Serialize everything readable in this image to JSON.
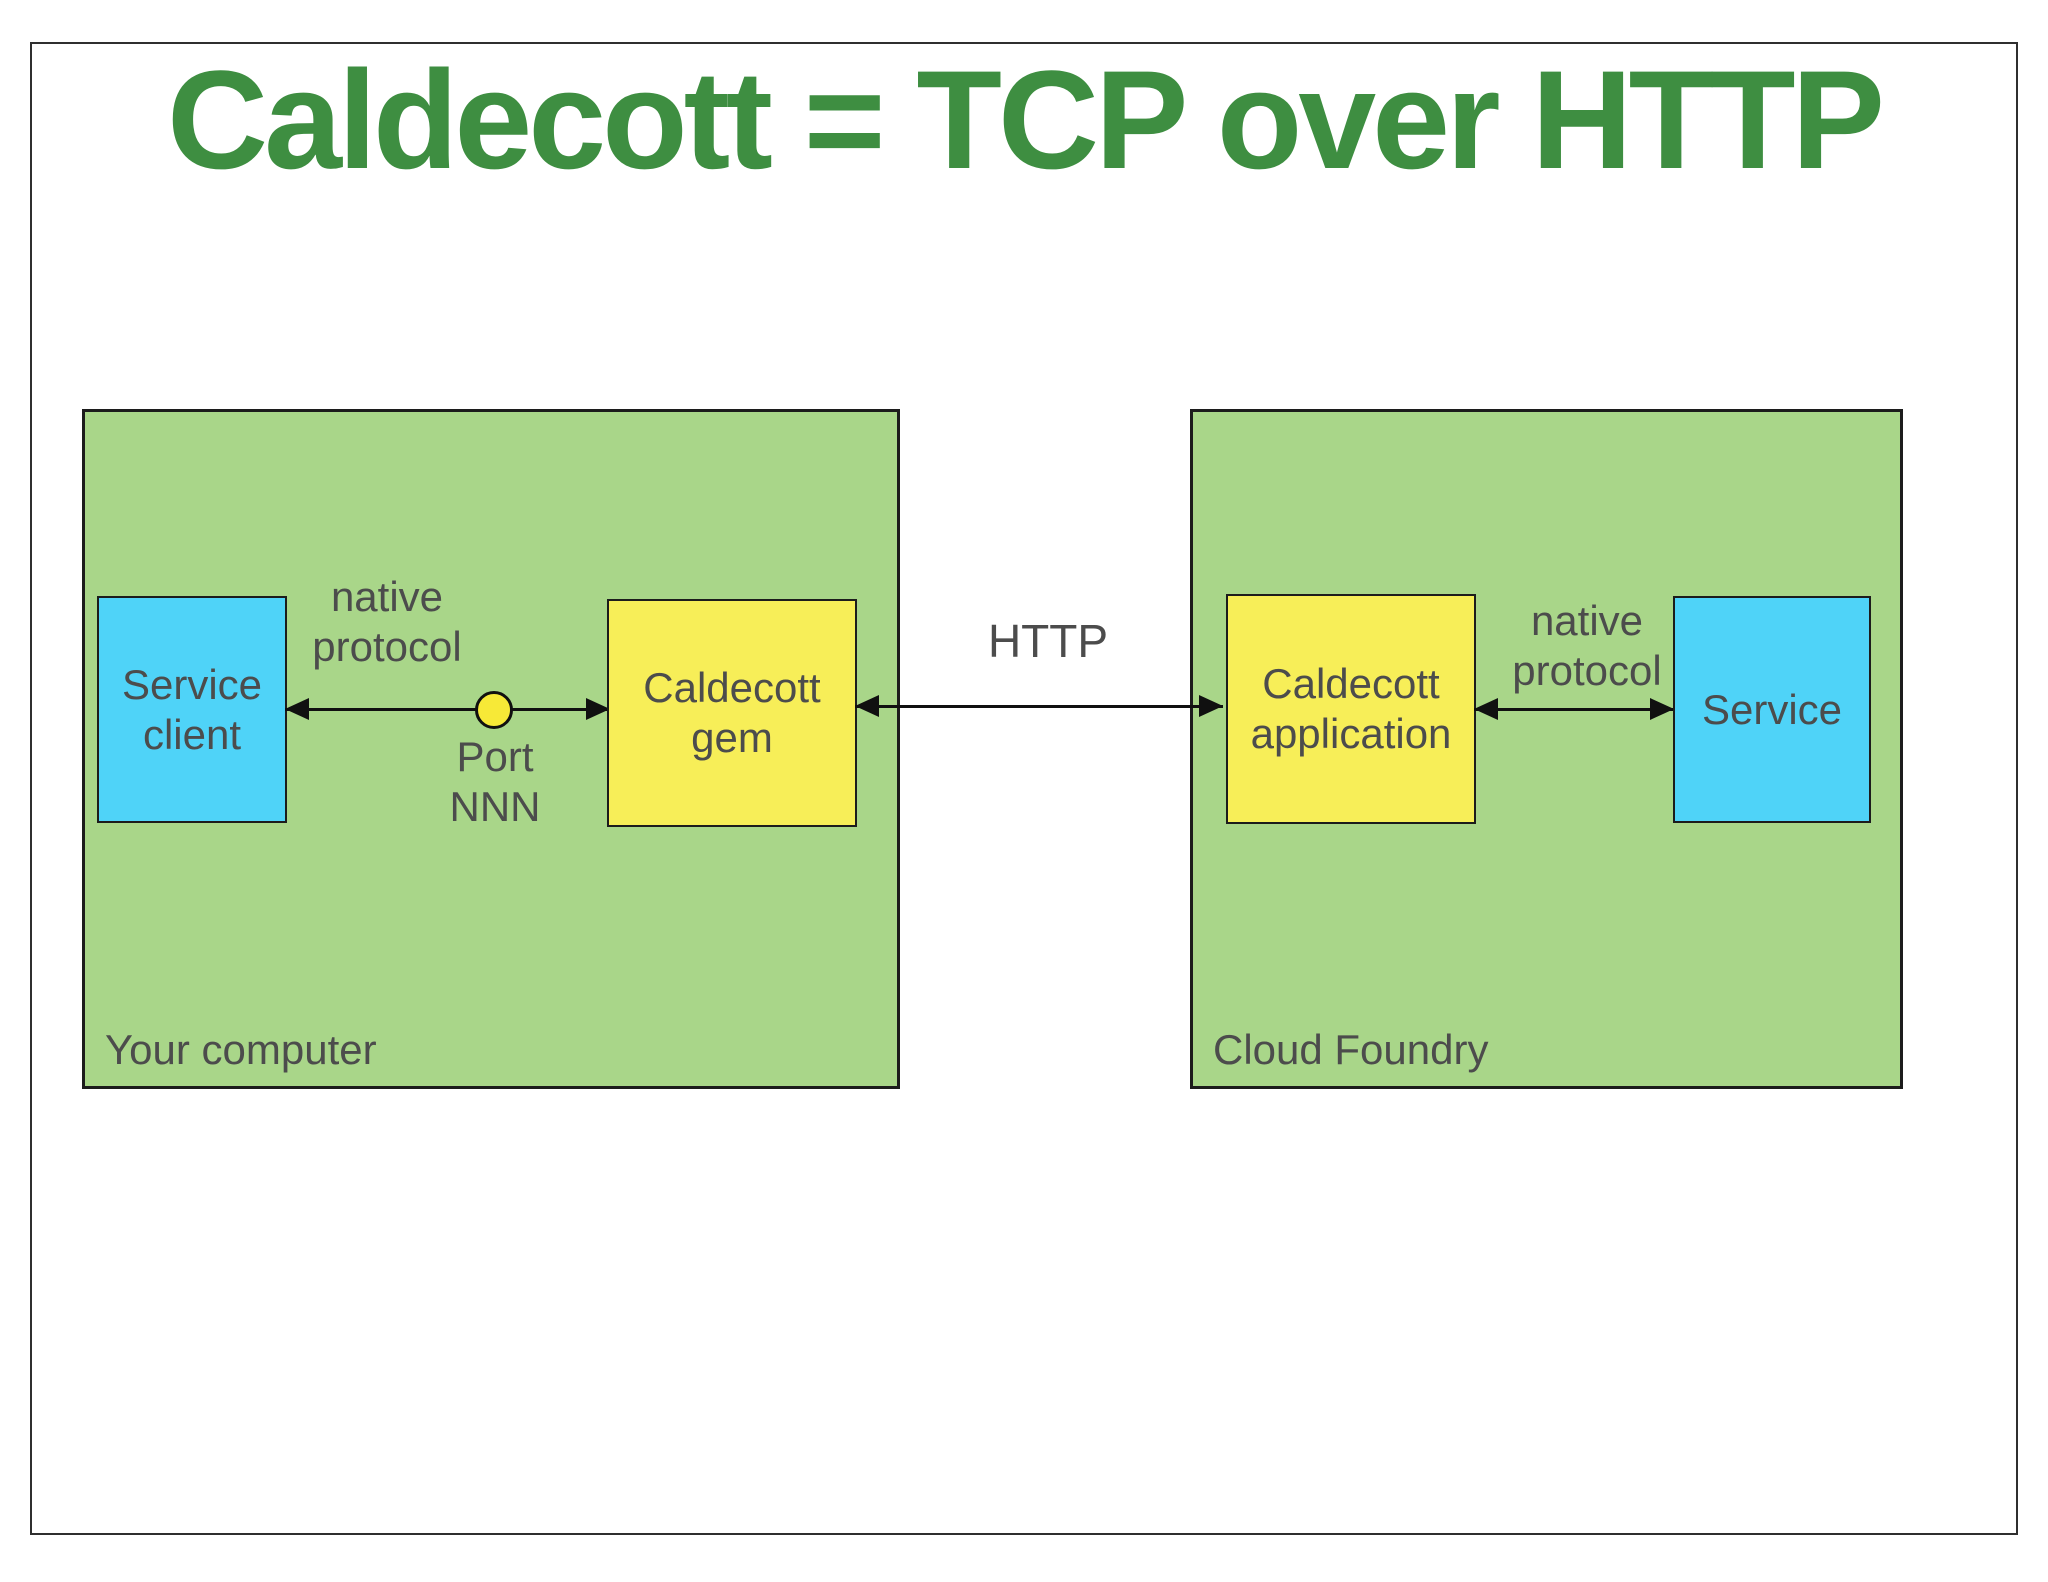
{
  "page": {
    "title": "Caldecott = TCP over HTTP"
  },
  "colors": {
    "title_green": "#3e8e41",
    "zone_fill": "#a9d689",
    "blue_fill": "#4fd3f8",
    "yellow_fill": "#f7ee58",
    "circle_fill": "#f7e937",
    "text_gray": "#4c4c4c",
    "line_black": "#101010",
    "frame_border": "#2f2f2f",
    "box_border": "#1c1c1c"
  },
  "diagram": {
    "your_computer": {
      "label": "Your computer",
      "service_client": "Service\nclient",
      "caldecott_gem": "Caldecott\ngem",
      "native_protocol": "native\nprotocol",
      "port": "Port\nNNN"
    },
    "cloud_foundry": {
      "label": "Cloud Foundry",
      "caldecott_application": "Caldecott\napplication",
      "native_protocol": "native\nprotocol",
      "service": "Service"
    },
    "http_label": "HTTP"
  }
}
